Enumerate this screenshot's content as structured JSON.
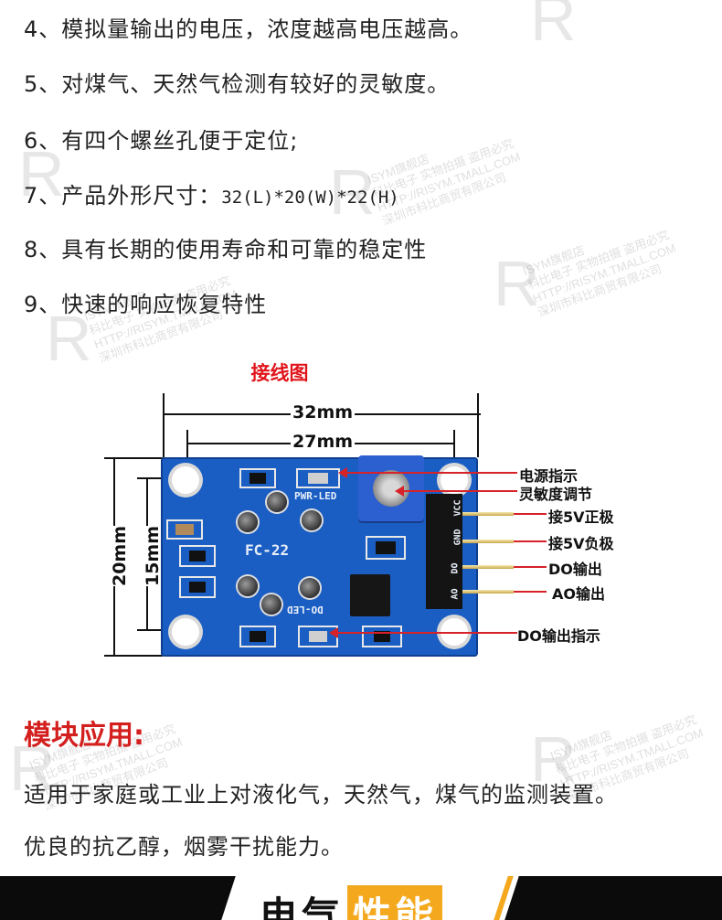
{
  "features": [
    "4、模拟量输出的电压，浓度越高电压越高。",
    "5、对煤气、天然气检测有较好的灵敏度。",
    "6、有四个螺丝孔便于定位;",
    "7、产品外形尺寸：",
    "8、具有长期的使用寿命和可靠的稳定性",
    "9、快速的响应恢复特性"
  ],
  "feature7_size": "32(L)*20(W)*22(H)",
  "wiring": {
    "title": "接线图",
    "dim_width_outer": "32mm",
    "dim_width_inner": "27mm",
    "dim_height_outer": "20mm",
    "dim_height_inner": "15mm",
    "board_label": "FC-22",
    "pwr_led_label": "PWR-LED",
    "do_led_label": "DO-LED",
    "pin_labels": [
      "VCC",
      "GND",
      "DO",
      "AO"
    ],
    "callouts": [
      "电源指示",
      "灵敏度调节",
      "接5V正极",
      "接5V负极",
      "DO输出",
      "AO输出",
      "DO输出指示"
    ]
  },
  "application": {
    "title": "模块应用:",
    "lines": [
      "适用于家庭或工业上对液化气，天然气，煤气的监测装置。",
      "优良的抗乙醇，烟雾干扰能力。"
    ]
  },
  "footer": {
    "title": "电气",
    "badge": "性能"
  },
  "watermark": {
    "line1": "ISYM旗舰店",
    "line2": "科比电子 实物拍摄 盗用必究",
    "line3": "HTTP://RISYM.TMALL.COM",
    "line4": "深圳市科比商贸有限公司",
    "logo": "R"
  },
  "colors": {
    "accent_red": "#d3201f",
    "pcb_blue": "#1a5ec4",
    "footer_orange": "#f4a81e"
  }
}
